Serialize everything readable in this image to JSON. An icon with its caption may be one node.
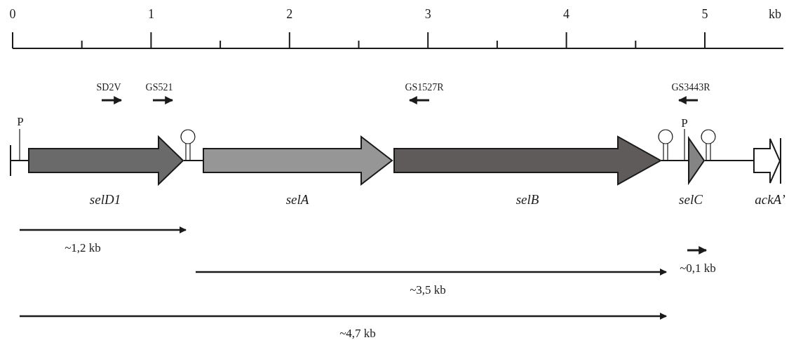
{
  "diagram": {
    "nodes": [
      {
        "text": [],
        "shape": "arrow",
        "beside": [
          "selD1"
        ]
      },
      {
        "text": [],
        "shape": "arrow",
        "beside": [
          "selA"
        ]
      },
      {
        "text": [],
        "shape": "arrow",
        "beside": [
          "selB"
        ]
      },
      {
        "text": [],
        "shape": "triangle",
        "beside": [
          "selC"
        ]
      },
      {
        "text": [],
        "shape": "arrow",
        "beside": [
          "ackA’"
        ]
      }
    ],
    "edges": [
      {
        "from": null,
        "to": 0,
        "arrow": "other"
      },
      {
        "from": 0,
        "to": 1,
        "arrow": "none"
      },
      {
        "from": 2,
        "to": 3,
        "arrow": "none"
      },
      {
        "from": 3,
        "to": 4,
        "arrow": "none"
      }
    ],
    "labels": [
      "0",
      "1",
      "2",
      "3",
      "4",
      "5",
      "kb",
      "SD2V",
      "GS521",
      "GS1527R",
      "GS3443R",
      "P",
      "P",
      "~1,2 kb",
      "~0,1 kb",
      "~3,5 kb",
      "~4,7 kb"
    ]
  }
}
